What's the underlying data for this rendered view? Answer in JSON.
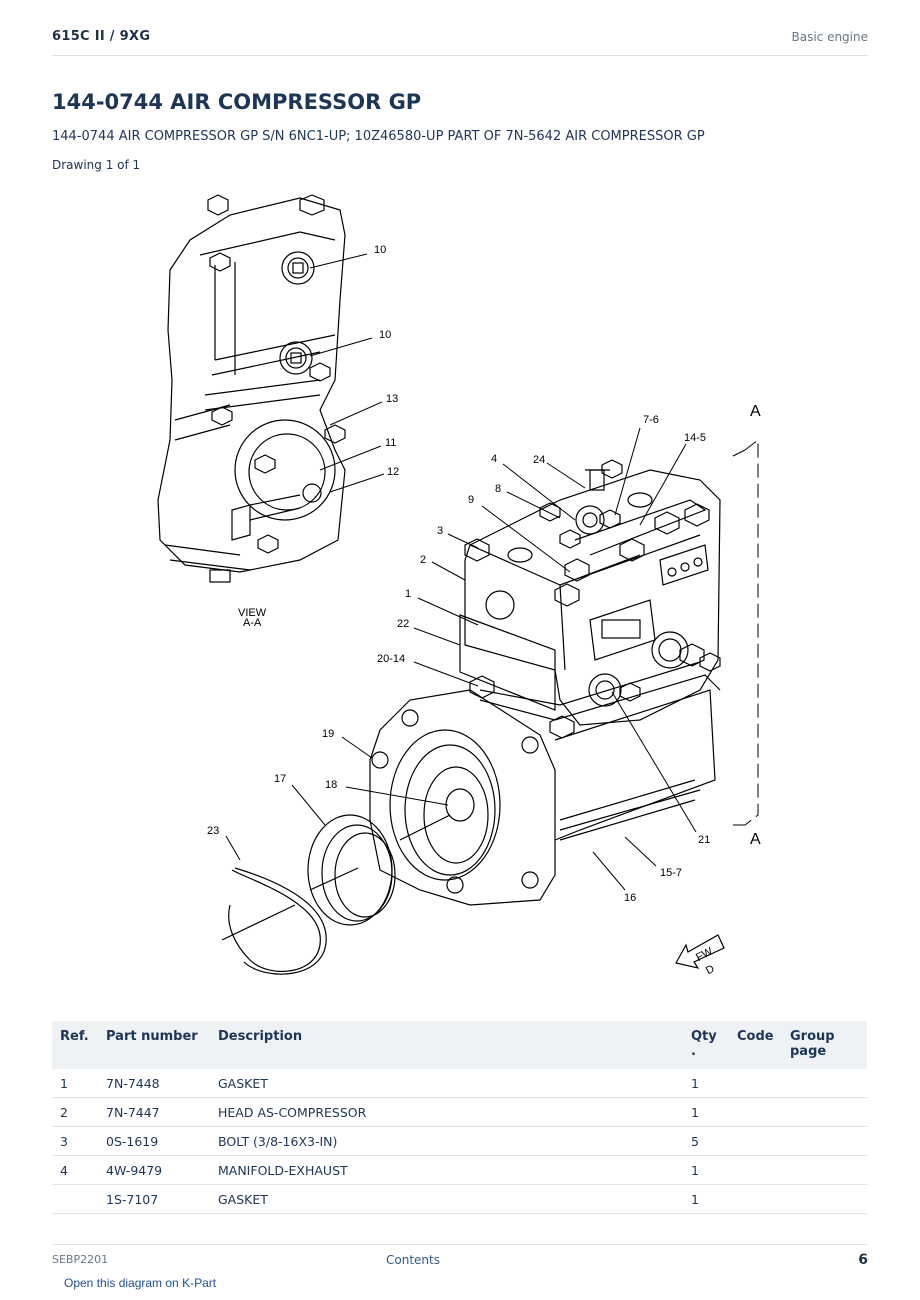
{
  "header": {
    "model": "615C II  /  9XG",
    "section": "Basic engine"
  },
  "title": "144-0744 AIR COMPRESSOR GP",
  "subtitle": "144-0744 AIR COMPRESSOR GP S/N 6NC1-UP; 10Z46580-UP PART OF 7N-5642 AIR COMPRESSOR GP",
  "drawing_label": "Drawing 1 of 1",
  "diagram": {
    "callouts": [
      "10",
      "10",
      "13",
      "11",
      "12",
      "7-6",
      "14-5",
      "24",
      "4",
      "8",
      "9",
      "3",
      "2",
      "1",
      "22",
      "20-14",
      "19",
      "17",
      "18",
      "23",
      "21",
      "15-7",
      "16"
    ],
    "view_label_1": "VIEW",
    "view_label_2": "A-A",
    "section_mark": "A",
    "arrow_label_1": "FW",
    "arrow_label_2": "D"
  },
  "table": {
    "headers": [
      "Ref.",
      "Part number",
      "Description",
      "Qty\n.",
      "Code",
      "Group\npage"
    ],
    "rows": [
      [
        "1",
        "7N-7448",
        "GASKET",
        "1",
        "",
        ""
      ],
      [
        "2",
        "7N-7447",
        "HEAD AS-COMPRESSOR",
        "1",
        "",
        ""
      ],
      [
        "3",
        "0S-1619",
        "BOLT (3/8-16X3-IN)",
        "5",
        "",
        ""
      ],
      [
        "4",
        "4W-9479",
        "MANIFOLD-EXHAUST",
        "1",
        "",
        ""
      ],
      [
        "",
        "1S-7107",
        "GASKET",
        "1",
        "",
        ""
      ]
    ]
  },
  "footer": {
    "doc_id": "SEBP2201",
    "contents_link": "Contents",
    "page_number": "6"
  },
  "kpart_link": "Open this diagram on K-Part"
}
